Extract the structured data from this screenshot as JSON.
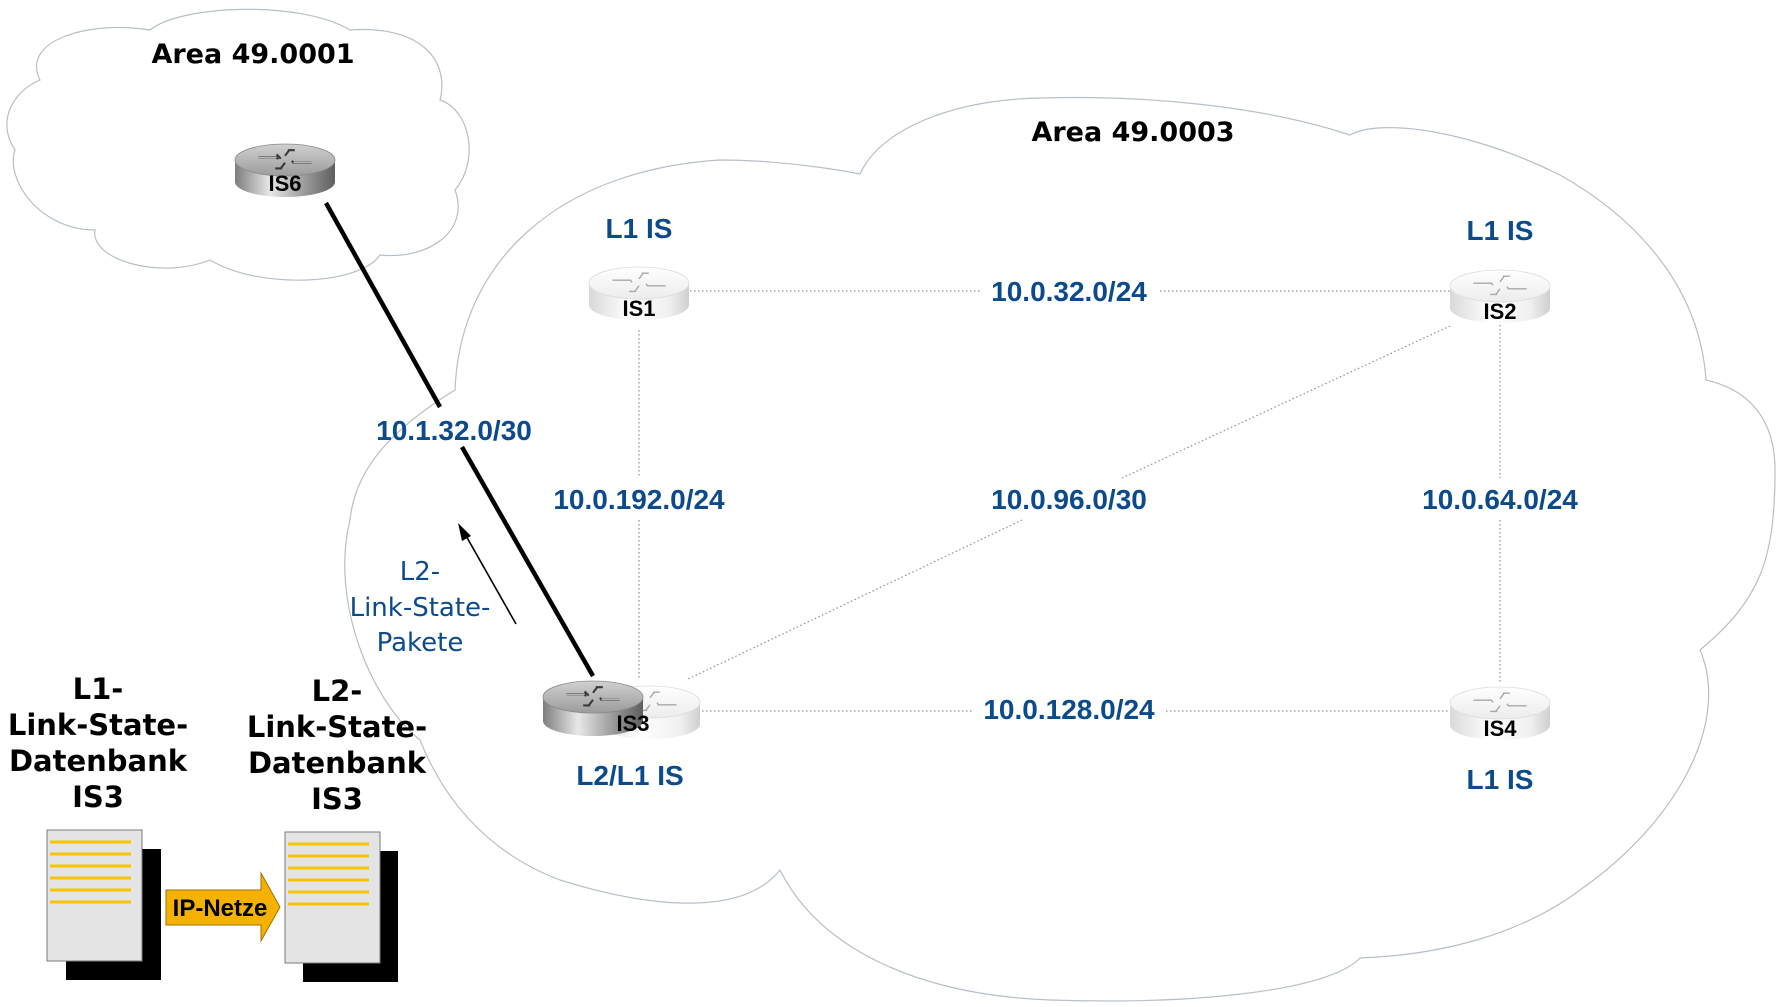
{
  "areas": [
    {
      "id": "area1",
      "title": "Area 49.0001"
    },
    {
      "id": "area3",
      "title": "Area 49.0003"
    }
  ],
  "routers": [
    {
      "id": "IS6",
      "name": "IS6",
      "role": "",
      "style": "grey"
    },
    {
      "id": "IS1",
      "name": "IS1",
      "role": "L1 IS",
      "style": "white"
    },
    {
      "id": "IS2",
      "name": "IS2",
      "role": "L1 IS",
      "style": "white"
    },
    {
      "id": "IS3",
      "name": "IS3",
      "role": "L2/L1 IS",
      "style": "grey+white"
    },
    {
      "id": "IS4",
      "name": "IS4",
      "role": "L1 IS",
      "style": "white"
    }
  ],
  "links": [
    {
      "from": "IS6",
      "to": "IS3",
      "network": "10.1.32.0/30",
      "type": "L2"
    },
    {
      "from": "IS1",
      "to": "IS2",
      "network": "10.0.32.0/24",
      "type": "L1"
    },
    {
      "from": "IS1",
      "to": "IS3",
      "network": "10.0.192.0/24",
      "type": "L1"
    },
    {
      "from": "IS2",
      "to": "IS3",
      "network": "10.0.96.0/30",
      "type": "L1"
    },
    {
      "from": "IS2",
      "to": "IS4",
      "network": "10.0.64.0/24",
      "type": "L1"
    },
    {
      "from": "IS3",
      "to": "IS4",
      "network": "10.0.128.0/24",
      "type": "L1"
    }
  ],
  "lsp_annotation": {
    "lines": [
      "L2-",
      "Link-State-",
      "Pakete"
    ]
  },
  "databases": [
    {
      "id": "l1db",
      "lines": [
        "L1-",
        "Link-State-",
        "Datenbank",
        "IS3"
      ]
    },
    {
      "id": "l2db",
      "lines": [
        "L2-",
        "Link-State-",
        "Datenbank",
        "IS3"
      ]
    }
  ],
  "transfer_arrow": {
    "label": "IP-Netze"
  },
  "colors": {
    "label_blue": "#0b4a8b",
    "doc_line_yellow": "#f7c400",
    "arrow_orange": "#f5b100"
  }
}
